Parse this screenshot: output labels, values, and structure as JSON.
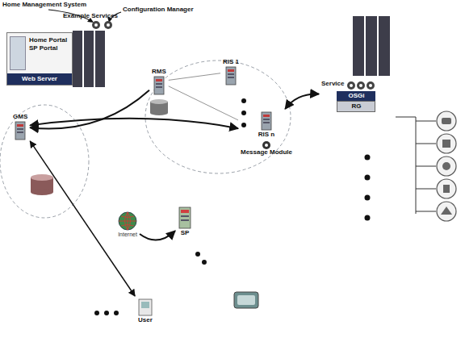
{
  "diagram": {
    "nodes": [
      {
        "text": [
          "Home Portal",
          "SP Portal",
          "Web Server"
        ]
      },
      {
        "text": [
          "GMS"
        ]
      },
      {
        "text": [
          "RMS"
        ]
      },
      {
        "text": [
          "RIS 1"
        ]
      },
      {
        "text": [
          "RIS n",
          "Message Module"
        ]
      },
      {
        "text": [
          "Service",
          "OSGi",
          "RG"
        ]
      },
      {
        "text": [
          "Internet"
        ]
      },
      {
        "text": [
          "SP"
        ]
      },
      {
        "text": [
          "User"
        ]
      }
    ],
    "edges": [
      {
        "from": 2,
        "to": 1,
        "arrow": "to"
      },
      {
        "from": 1,
        "to": 4,
        "arrow": "both"
      },
      {
        "from": 2,
        "to": 3,
        "arrow": "none"
      },
      {
        "from": 2,
        "to": 4,
        "arrow": "none"
      },
      {
        "from": 4,
        "to": 5,
        "arrow": "both"
      },
      {
        "from": 1,
        "to": 8,
        "arrow": "both"
      },
      {
        "from": 6,
        "to": 7,
        "arrow": "to"
      }
    ],
    "labels": [
      "Home Management System",
      "Configuration Manager",
      "Example Services"
    ]
  }
}
